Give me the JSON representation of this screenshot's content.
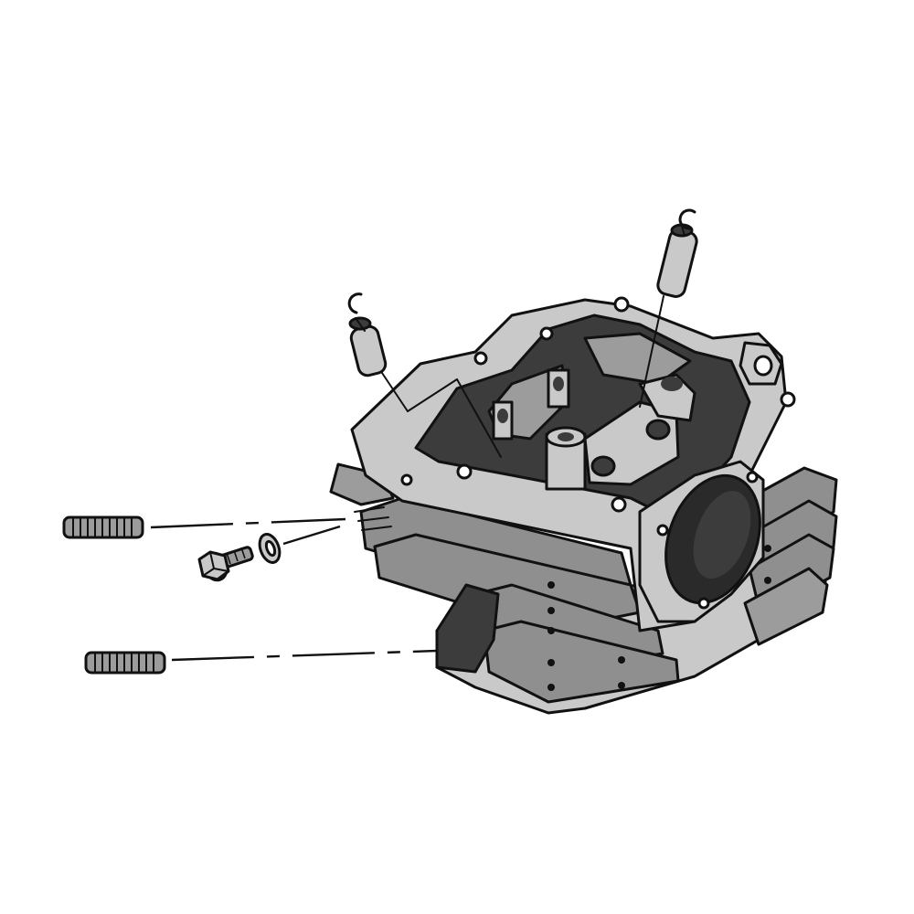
{
  "figure": {
    "subject": "",
    "colors": {
      "background": "#ffffff",
      "outline": "#111111",
      "casting_light": "#c9c9c9",
      "casting_mid": "#9c9c9c",
      "casting_dark": "#3c3c3c",
      "bore_dark": "#2a2a2a",
      "fin_mid": "#8f8f8f"
    },
    "parts": [
      {
        "id": "cylinder-head",
        "icon": "cylinder-head-icon"
      },
      {
        "id": "valve-guide-left",
        "icon": "valve-guide-icon"
      },
      {
        "id": "valve-guide-right",
        "icon": "valve-guide-icon"
      },
      {
        "id": "clip-left",
        "icon": "c-clip-icon"
      },
      {
        "id": "clip-right",
        "icon": "c-clip-icon"
      },
      {
        "id": "stud-upper",
        "icon": "stud-icon"
      },
      {
        "id": "stud-lower",
        "icon": "stud-icon"
      },
      {
        "id": "flange-bolt",
        "icon": "flange-bolt-icon"
      },
      {
        "id": "sealing-washer",
        "icon": "washer-icon"
      }
    ]
  }
}
